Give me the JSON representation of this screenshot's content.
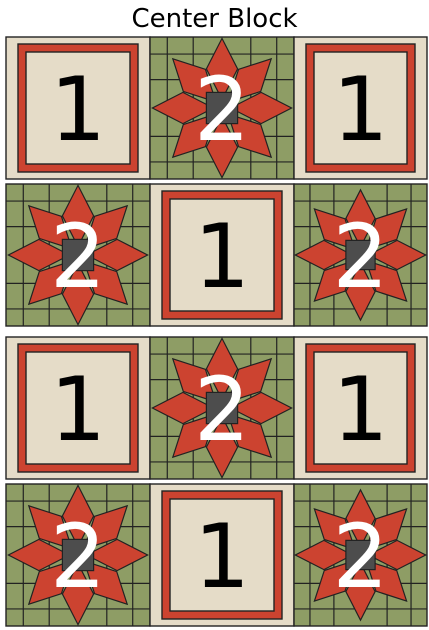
{
  "title": "Center Block",
  "colors": {
    "cream": "#e5dcc8",
    "red": "#cc4330",
    "green": "#8e9d65",
    "dark_gray": "#4d4d4d",
    "outline": "#222222",
    "label": "#000000",
    "label_on_star": "#ffffff"
  },
  "rows": [
    {
      "blocks": [
        {
          "type": "1",
          "label": "1"
        },
        {
          "type": "2",
          "label": "2"
        },
        {
          "type": "1",
          "label": "1"
        }
      ]
    },
    {
      "blocks": [
        {
          "type": "2",
          "label": "2"
        },
        {
          "type": "1",
          "label": "1"
        },
        {
          "type": "2",
          "label": "2"
        }
      ]
    },
    {
      "blocks": [
        {
          "type": "1",
          "label": "1"
        },
        {
          "type": "2",
          "label": "2"
        },
        {
          "type": "1",
          "label": "1"
        }
      ]
    },
    {
      "blocks": [
        {
          "type": "2",
          "label": "2"
        },
        {
          "type": "1",
          "label": "1"
        },
        {
          "type": "2",
          "label": "2"
        }
      ]
    }
  ]
}
